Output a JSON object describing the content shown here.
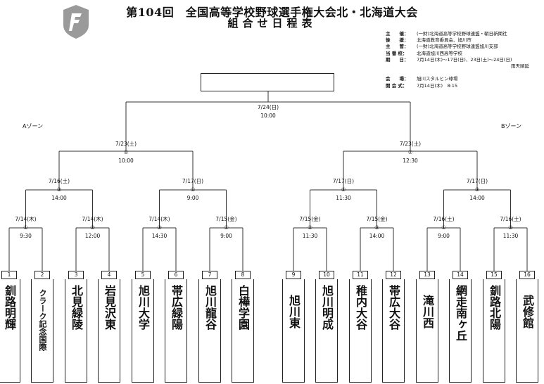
{
  "header": {
    "title": "第104回　全国高等学校野球選手権大会北・北海道大会",
    "subtitle": "組合せ日程表"
  },
  "logo": {
    "icon": "association-logo-icon",
    "color": "#9a9a9a"
  },
  "info": [
    {
      "label": "主　　催：",
      "value": "(一財)北海道高等学校野球連盟・朝日新聞社"
    },
    {
      "label": "後　　援：",
      "value": "北海道教育委員会、旭川市"
    },
    {
      "label": "主　　管：",
      "value": "(一財)北海道高等学校野球連盟旭川支部"
    },
    {
      "label": "当 番 校：",
      "value": "北海道旭川西高等学校"
    },
    {
      "label": "期　　日：",
      "value": "7月14日(木)～17日(日)、23日(土)～24日(日)"
    },
    {
      "label": "",
      "value": "雨天順延"
    },
    {
      "label": "",
      "value": ""
    },
    {
      "label": "会　　場：",
      "value": "旭川スタルヒン球場"
    },
    {
      "label": "開 会 式：",
      "value": "7月14日(木)　8:15"
    }
  ],
  "zones": {
    "a": "Aゾーン",
    "b": "Bゾーン"
  },
  "final": {
    "date": "7/24(日)",
    "time": "10:00"
  },
  "semis": [
    {
      "date": "7/23(土)",
      "game": "①",
      "time": "10:00"
    },
    {
      "date": "7/23(土)",
      "game": "②",
      "time": "12:30"
    }
  ],
  "quarters": [
    {
      "date": "7/16(土)",
      "game": "③",
      "time": "14:00"
    },
    {
      "date": "7/17(日)",
      "game": "①",
      "time": "9:00"
    },
    {
      "date": "7/17(日)",
      "game": "②",
      "time": "11:30"
    },
    {
      "date": "7/17(日)",
      "game": "③",
      "time": "14:00"
    }
  ],
  "first_round": [
    {
      "date": "7/14(木)",
      "game": "①",
      "time": "9:30"
    },
    {
      "date": "7/14(木)",
      "game": "②",
      "time": "12:00"
    },
    {
      "date": "7/14(木)",
      "game": "③",
      "time": "14:30"
    },
    {
      "date": "7/15(金)",
      "game": "①",
      "time": "9:00"
    },
    {
      "date": "7/15(金)",
      "game": "②",
      "time": "11:30"
    },
    {
      "date": "7/15(金)",
      "game": "③",
      "time": "14:00"
    },
    {
      "date": "7/16(土)",
      "game": "①",
      "time": "9:00"
    },
    {
      "date": "7/16(土)",
      "game": "②",
      "time": "11:30"
    }
  ],
  "teams": [
    {
      "num": "1",
      "name": "釧路明輝"
    },
    {
      "num": "2",
      "name": "クラーク記念国際"
    },
    {
      "num": "3",
      "name": "北見緑陵"
    },
    {
      "num": "4",
      "name": "岩見沢東"
    },
    {
      "num": "5",
      "name": "旭川大学"
    },
    {
      "num": "6",
      "name": "帯広緑陽"
    },
    {
      "num": "7",
      "name": "旭川龍谷"
    },
    {
      "num": "8",
      "name": "白樺学園"
    },
    {
      "num": "9",
      "name": "旭川東"
    },
    {
      "num": "10",
      "name": "旭川明成"
    },
    {
      "num": "11",
      "name": "稚内大谷"
    },
    {
      "num": "12",
      "name": "帯広大谷"
    },
    {
      "num": "13",
      "name": "滝川西"
    },
    {
      "num": "14",
      "name": "網走南ヶ丘"
    },
    {
      "num": "15",
      "name": "釧路北陽"
    },
    {
      "num": "16",
      "name": "武修館"
    }
  ]
}
